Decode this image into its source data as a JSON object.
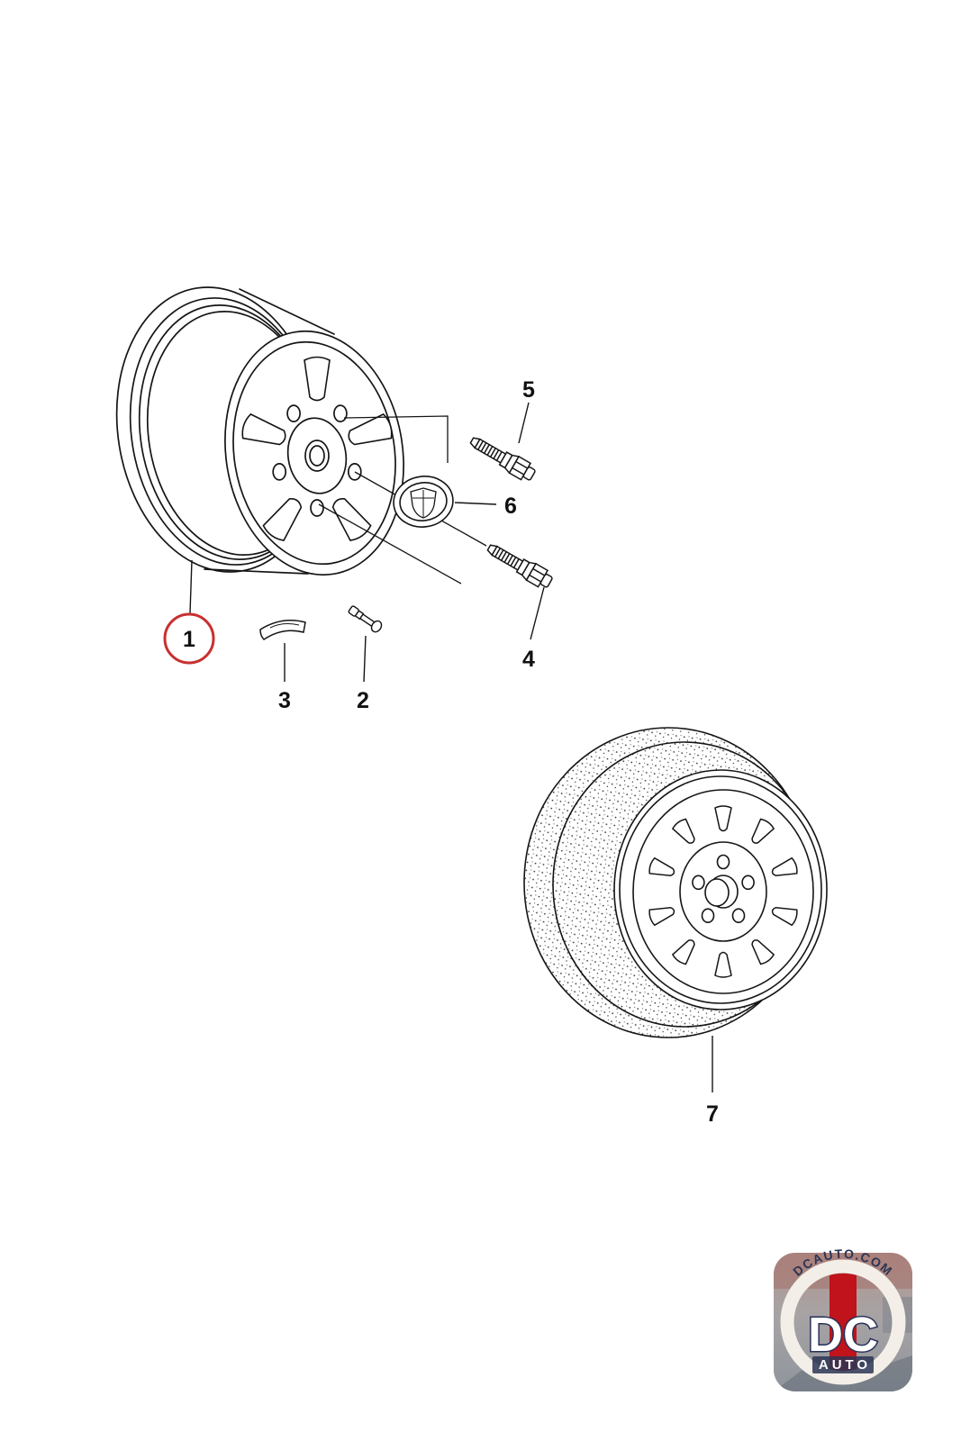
{
  "page": {
    "background": "#ffffff"
  },
  "diagram": {
    "highlight_color": "#c83030",
    "line_color": "#151515",
    "callouts": [
      {
        "label": "1",
        "circled": true
      },
      {
        "label": "2",
        "circled": false
      },
      {
        "label": "3",
        "circled": false
      },
      {
        "label": "4",
        "circled": false
      },
      {
        "label": "5",
        "circled": false
      },
      {
        "label": "6",
        "circled": false
      },
      {
        "label": "7",
        "circled": false
      }
    ]
  },
  "logo": {
    "arc_text": "DCAUTO.COM",
    "main_text": "DC",
    "sub_text": "AUTO",
    "red": "#c0131b",
    "navy": "#2c3553"
  }
}
